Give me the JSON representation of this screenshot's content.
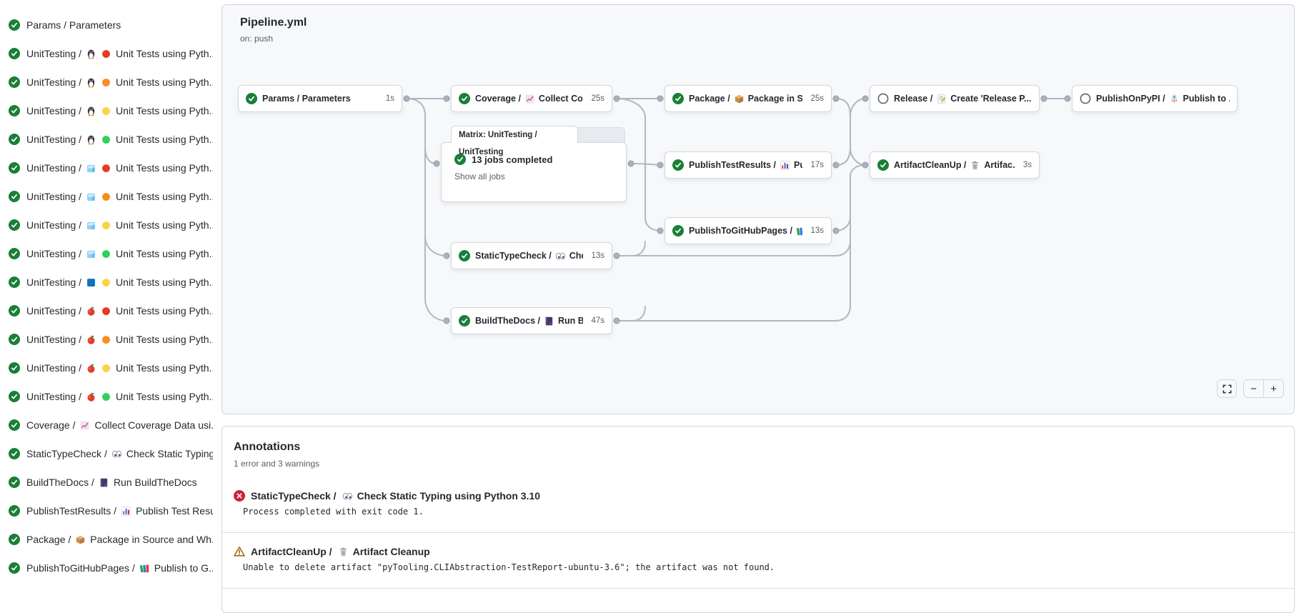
{
  "pipeline": {
    "title": "Pipeline.yml",
    "trigger": "on: push"
  },
  "sidebar": {
    "jobs": [
      {
        "status": "success",
        "job": "Params / Parameters",
        "icons": [],
        "title": ""
      },
      {
        "status": "success",
        "job": "UnitTesting /",
        "icons": [
          "penguin-icon",
          "red-circle-icon"
        ],
        "title": "Unit Tests using Pyth..."
      },
      {
        "status": "success",
        "job": "UnitTesting /",
        "icons": [
          "penguin-icon",
          "orange-circle-icon"
        ],
        "title": "Unit Tests using Pyth..."
      },
      {
        "status": "success",
        "job": "UnitTesting /",
        "icons": [
          "penguin-icon",
          "yellow-circle-icon"
        ],
        "title": "Unit Tests using Pyth..."
      },
      {
        "status": "success",
        "job": "UnitTesting /",
        "icons": [
          "penguin-icon",
          "green-circle-icon"
        ],
        "title": "Unit Tests using Pyth..."
      },
      {
        "status": "success",
        "job": "UnitTesting /",
        "icons": [
          "ice-cube-icon",
          "red-circle-icon"
        ],
        "title": "Unit Tests using Pyth..."
      },
      {
        "status": "success",
        "job": "UnitTesting /",
        "icons": [
          "ice-cube-icon",
          "orange-circle-icon"
        ],
        "title": "Unit Tests using Pyth..."
      },
      {
        "status": "success",
        "job": "UnitTesting /",
        "icons": [
          "ice-cube-icon",
          "yellow-circle-icon"
        ],
        "title": "Unit Tests using Pyth..."
      },
      {
        "status": "success",
        "job": "UnitTesting /",
        "icons": [
          "ice-cube-icon",
          "green-circle-icon"
        ],
        "title": "Unit Tests using Pyth..."
      },
      {
        "status": "success",
        "job": "UnitTesting /",
        "icons": [
          "blue-square-icon",
          "yellow-circle-icon"
        ],
        "title": "Unit Tests using Pyth..."
      },
      {
        "status": "success",
        "job": "UnitTesting /",
        "icons": [
          "apple-icon",
          "red-circle-icon"
        ],
        "title": "Unit Tests using Pyth..."
      },
      {
        "status": "success",
        "job": "UnitTesting /",
        "icons": [
          "apple-icon",
          "orange-circle-icon"
        ],
        "title": "Unit Tests using Pyth..."
      },
      {
        "status": "success",
        "job": "UnitTesting /",
        "icons": [
          "apple-icon",
          "yellow-circle-icon"
        ],
        "title": "Unit Tests using Pyth..."
      },
      {
        "status": "success",
        "job": "UnitTesting /",
        "icons": [
          "apple-icon",
          "green-circle-icon"
        ],
        "title": "Unit Tests using Pyth..."
      },
      {
        "status": "success",
        "job": "Coverage /",
        "icons": [
          "chart-increasing-icon"
        ],
        "title": "Collect Coverage Data usi..."
      },
      {
        "status": "success",
        "job": "StaticTypeCheck /",
        "icons": [
          "eyes-icon"
        ],
        "title": "Check Static Typing..."
      },
      {
        "status": "success",
        "job": "BuildTheDocs /",
        "icons": [
          "notebook-icon"
        ],
        "title": "Run BuildTheDocs"
      },
      {
        "status": "success",
        "job": "PublishTestResults /",
        "icons": [
          "bar-chart-icon"
        ],
        "title": "Publish Test Resu..."
      },
      {
        "status": "success",
        "job": "Package /",
        "icons": [
          "package-icon"
        ],
        "title": "Package in Source and Wh..."
      },
      {
        "status": "success",
        "job": "PublishToGitHubPages /",
        "icons": [
          "books-icon"
        ],
        "title": "Publish to G..."
      }
    ]
  },
  "graph": {
    "nodes": [
      {
        "id": "params",
        "status": "success",
        "job": "Params / Parameters",
        "icons": [],
        "title": "",
        "duration": "1s"
      },
      {
        "id": "coverage",
        "status": "success",
        "job": "Coverage /",
        "icons": [
          "chart-increasing-icon"
        ],
        "title": "Collect Cove...",
        "duration": "25s"
      },
      {
        "id": "statictypecheck",
        "status": "success",
        "job": "StaticTypeCheck /",
        "icons": [
          "eyes-icon"
        ],
        "title": "Chec...",
        "duration": "13s"
      },
      {
        "id": "buildthedocs",
        "status": "success",
        "job": "BuildTheDocs /",
        "icons": [
          "notebook-icon"
        ],
        "title": "Run Buil...",
        "duration": "47s"
      },
      {
        "id": "package",
        "status": "success",
        "job": "Package /",
        "icons": [
          "package-icon"
        ],
        "title": "Package in So...",
        "duration": "25s"
      },
      {
        "id": "publishtestresults",
        "status": "success",
        "job": "PublishTestResults /",
        "icons": [
          "bar-chart-icon"
        ],
        "title": "Pu...",
        "duration": "17s"
      },
      {
        "id": "publishtogithubpages",
        "status": "success",
        "job": "PublishToGitHubPages /",
        "icons": [
          "books-icon"
        ],
        "title": "...",
        "duration": "13s"
      },
      {
        "id": "release",
        "status": "skipped",
        "job": "Release /",
        "icons": [
          "memo-icon"
        ],
        "title": "Create 'Release P...",
        "duration": ""
      },
      {
        "id": "artifactcleanup",
        "status": "success",
        "job": "ArtifactCleanUp /",
        "icons": [
          "trash-icon"
        ],
        "title": "Artifac...",
        "duration": "3s"
      },
      {
        "id": "publishonpypi",
        "status": "skipped",
        "job": "PublishOnPyPI /",
        "icons": [
          "rocket-icon"
        ],
        "title": "Publish to ...",
        "duration": ""
      }
    ],
    "matrix": {
      "tab": "Matrix: UnitTesting / UnitTesting",
      "status": "success",
      "summary": "13 jobs completed",
      "link": "Show all jobs"
    },
    "controls": {
      "zoom_out": "−",
      "zoom_in": "+"
    }
  },
  "annotations": {
    "title": "Annotations",
    "summary": "1 error and 3 warnings",
    "items": [
      {
        "severity": "error",
        "job": "StaticTypeCheck /",
        "icons": [
          "eyes-icon"
        ],
        "title": "Check Static Typing using Python 3.10",
        "detail": "Process completed with exit code 1."
      },
      {
        "severity": "warning",
        "job": "ArtifactCleanUp /",
        "icons": [
          "trash-icon"
        ],
        "title": "Artifact Cleanup",
        "detail": "Unable to delete artifact \"pyTooling.CLIAbstraction-TestReport-ubuntu-3.6\"; the artifact was not found."
      }
    ]
  },
  "colors": {
    "success": "#1a7f37",
    "error": "#cf222e",
    "warning": "#9a6700",
    "edge": "#afb8c1",
    "canvas": "#f6f8fa"
  }
}
